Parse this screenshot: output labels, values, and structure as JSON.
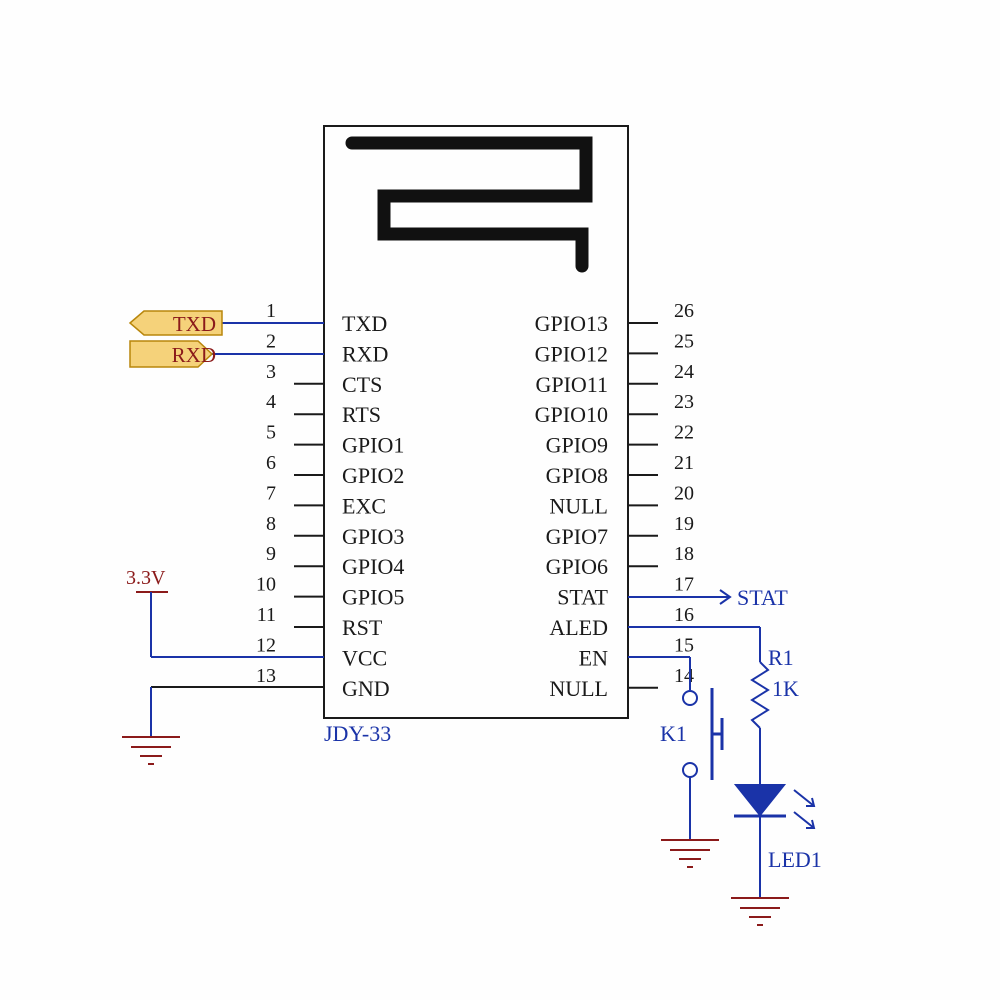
{
  "module": {
    "name": "JDY-33",
    "left_pins": [
      {
        "num": "1",
        "name": "TXD"
      },
      {
        "num": "2",
        "name": "RXD"
      },
      {
        "num": "3",
        "name": "CTS"
      },
      {
        "num": "4",
        "name": "RTS"
      },
      {
        "num": "5",
        "name": "GPIO1"
      },
      {
        "num": "6",
        "name": "GPIO2"
      },
      {
        "num": "7",
        "name": "EXC"
      },
      {
        "num": "8",
        "name": "GPIO3"
      },
      {
        "num": "9",
        "name": "GPIO4"
      },
      {
        "num": "10",
        "name": "GPIO5"
      },
      {
        "num": "11",
        "name": "RST"
      },
      {
        "num": "12",
        "name": "VCC"
      },
      {
        "num": "13",
        "name": "GND"
      }
    ],
    "right_pins": [
      {
        "num": "26",
        "name": "GPIO13"
      },
      {
        "num": "25",
        "name": "GPIO12"
      },
      {
        "num": "24",
        "name": "GPIO11"
      },
      {
        "num": "23",
        "name": "GPIO10"
      },
      {
        "num": "22",
        "name": "GPIO9"
      },
      {
        "num": "21",
        "name": "GPIO8"
      },
      {
        "num": "20",
        "name": "NULL"
      },
      {
        "num": "19",
        "name": "GPIO7"
      },
      {
        "num": "18",
        "name": "GPIO6"
      },
      {
        "num": "17",
        "name": "STAT"
      },
      {
        "num": "16",
        "name": "ALED"
      },
      {
        "num": "15",
        "name": "EN"
      },
      {
        "num": "14",
        "name": "NULL"
      }
    ]
  },
  "net_ports": {
    "txd": "TXD",
    "rxd": "RXD"
  },
  "power": {
    "label": "3.3V"
  },
  "stat_net": "STAT",
  "resistor": {
    "ref": "R1",
    "value": "1K"
  },
  "switch": {
    "ref": "K1"
  },
  "led": {
    "ref": "LED1"
  },
  "colors": {
    "wire": "#1a33a8",
    "power": "#8b1a1a",
    "body": "#1a1a1a",
    "port_fill": "#f5d27a",
    "port_stroke": "#b8860b"
  }
}
